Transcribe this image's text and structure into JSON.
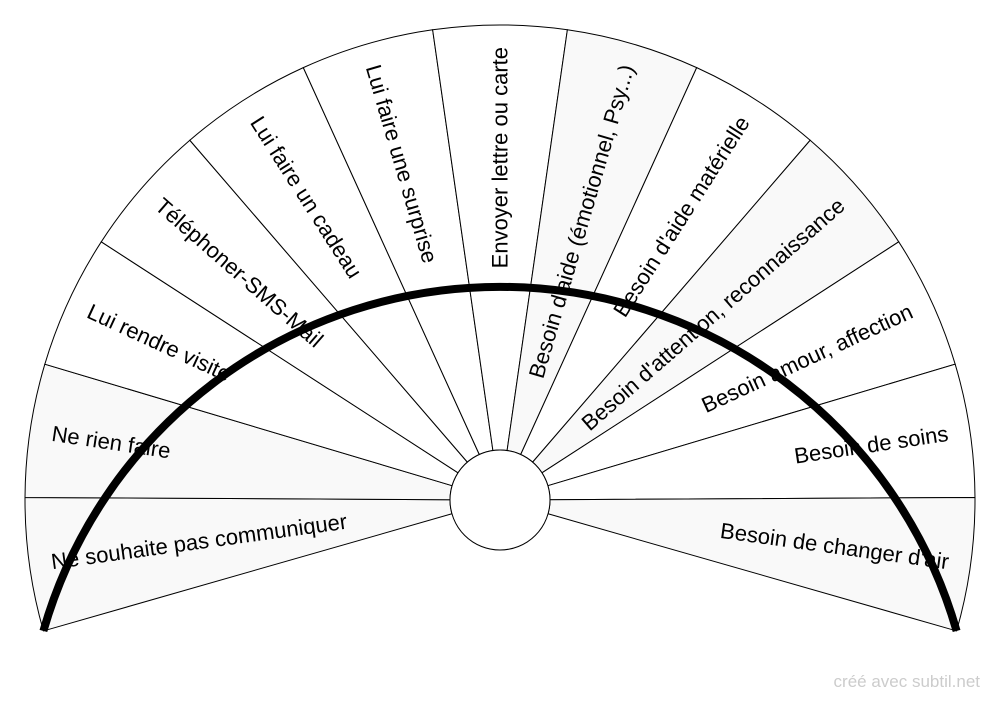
{
  "segments": [
    {
      "label": "Ne souhaite pas communiquer",
      "fill": "#f9f9f9"
    },
    {
      "label": "Ne rien faire",
      "fill": "#f9f9f9"
    },
    {
      "label": "Lui rendre visite",
      "fill": "#ffffff"
    },
    {
      "label": "Téléphoner-SMS-Mail",
      "fill": "#ffffff"
    },
    {
      "label": "Lui faire un cadeau",
      "fill": "#ffffff"
    },
    {
      "label": "Lui faire une surprise",
      "fill": "#ffffff"
    },
    {
      "label": "Envoyer lettre ou carte",
      "fill": "#ffffff"
    },
    {
      "label": "Besoin d'aide (émotionnel, Psy...)",
      "fill": "#f9f9f9"
    },
    {
      "label": "Besoin d'aide matérielle",
      "fill": "#ffffff"
    },
    {
      "label": "Besoin d'attention, reconnaissance",
      "fill": "#f9f9f9"
    },
    {
      "label": "Besoin amour, affection",
      "fill": "#ffffff"
    },
    {
      "label": "Besoin de soins",
      "fill": "#ffffff"
    },
    {
      "label": "Besoin de changer d'air",
      "fill": "#f9f9f9"
    }
  ],
  "credit": "créé avec subtil.net"
}
